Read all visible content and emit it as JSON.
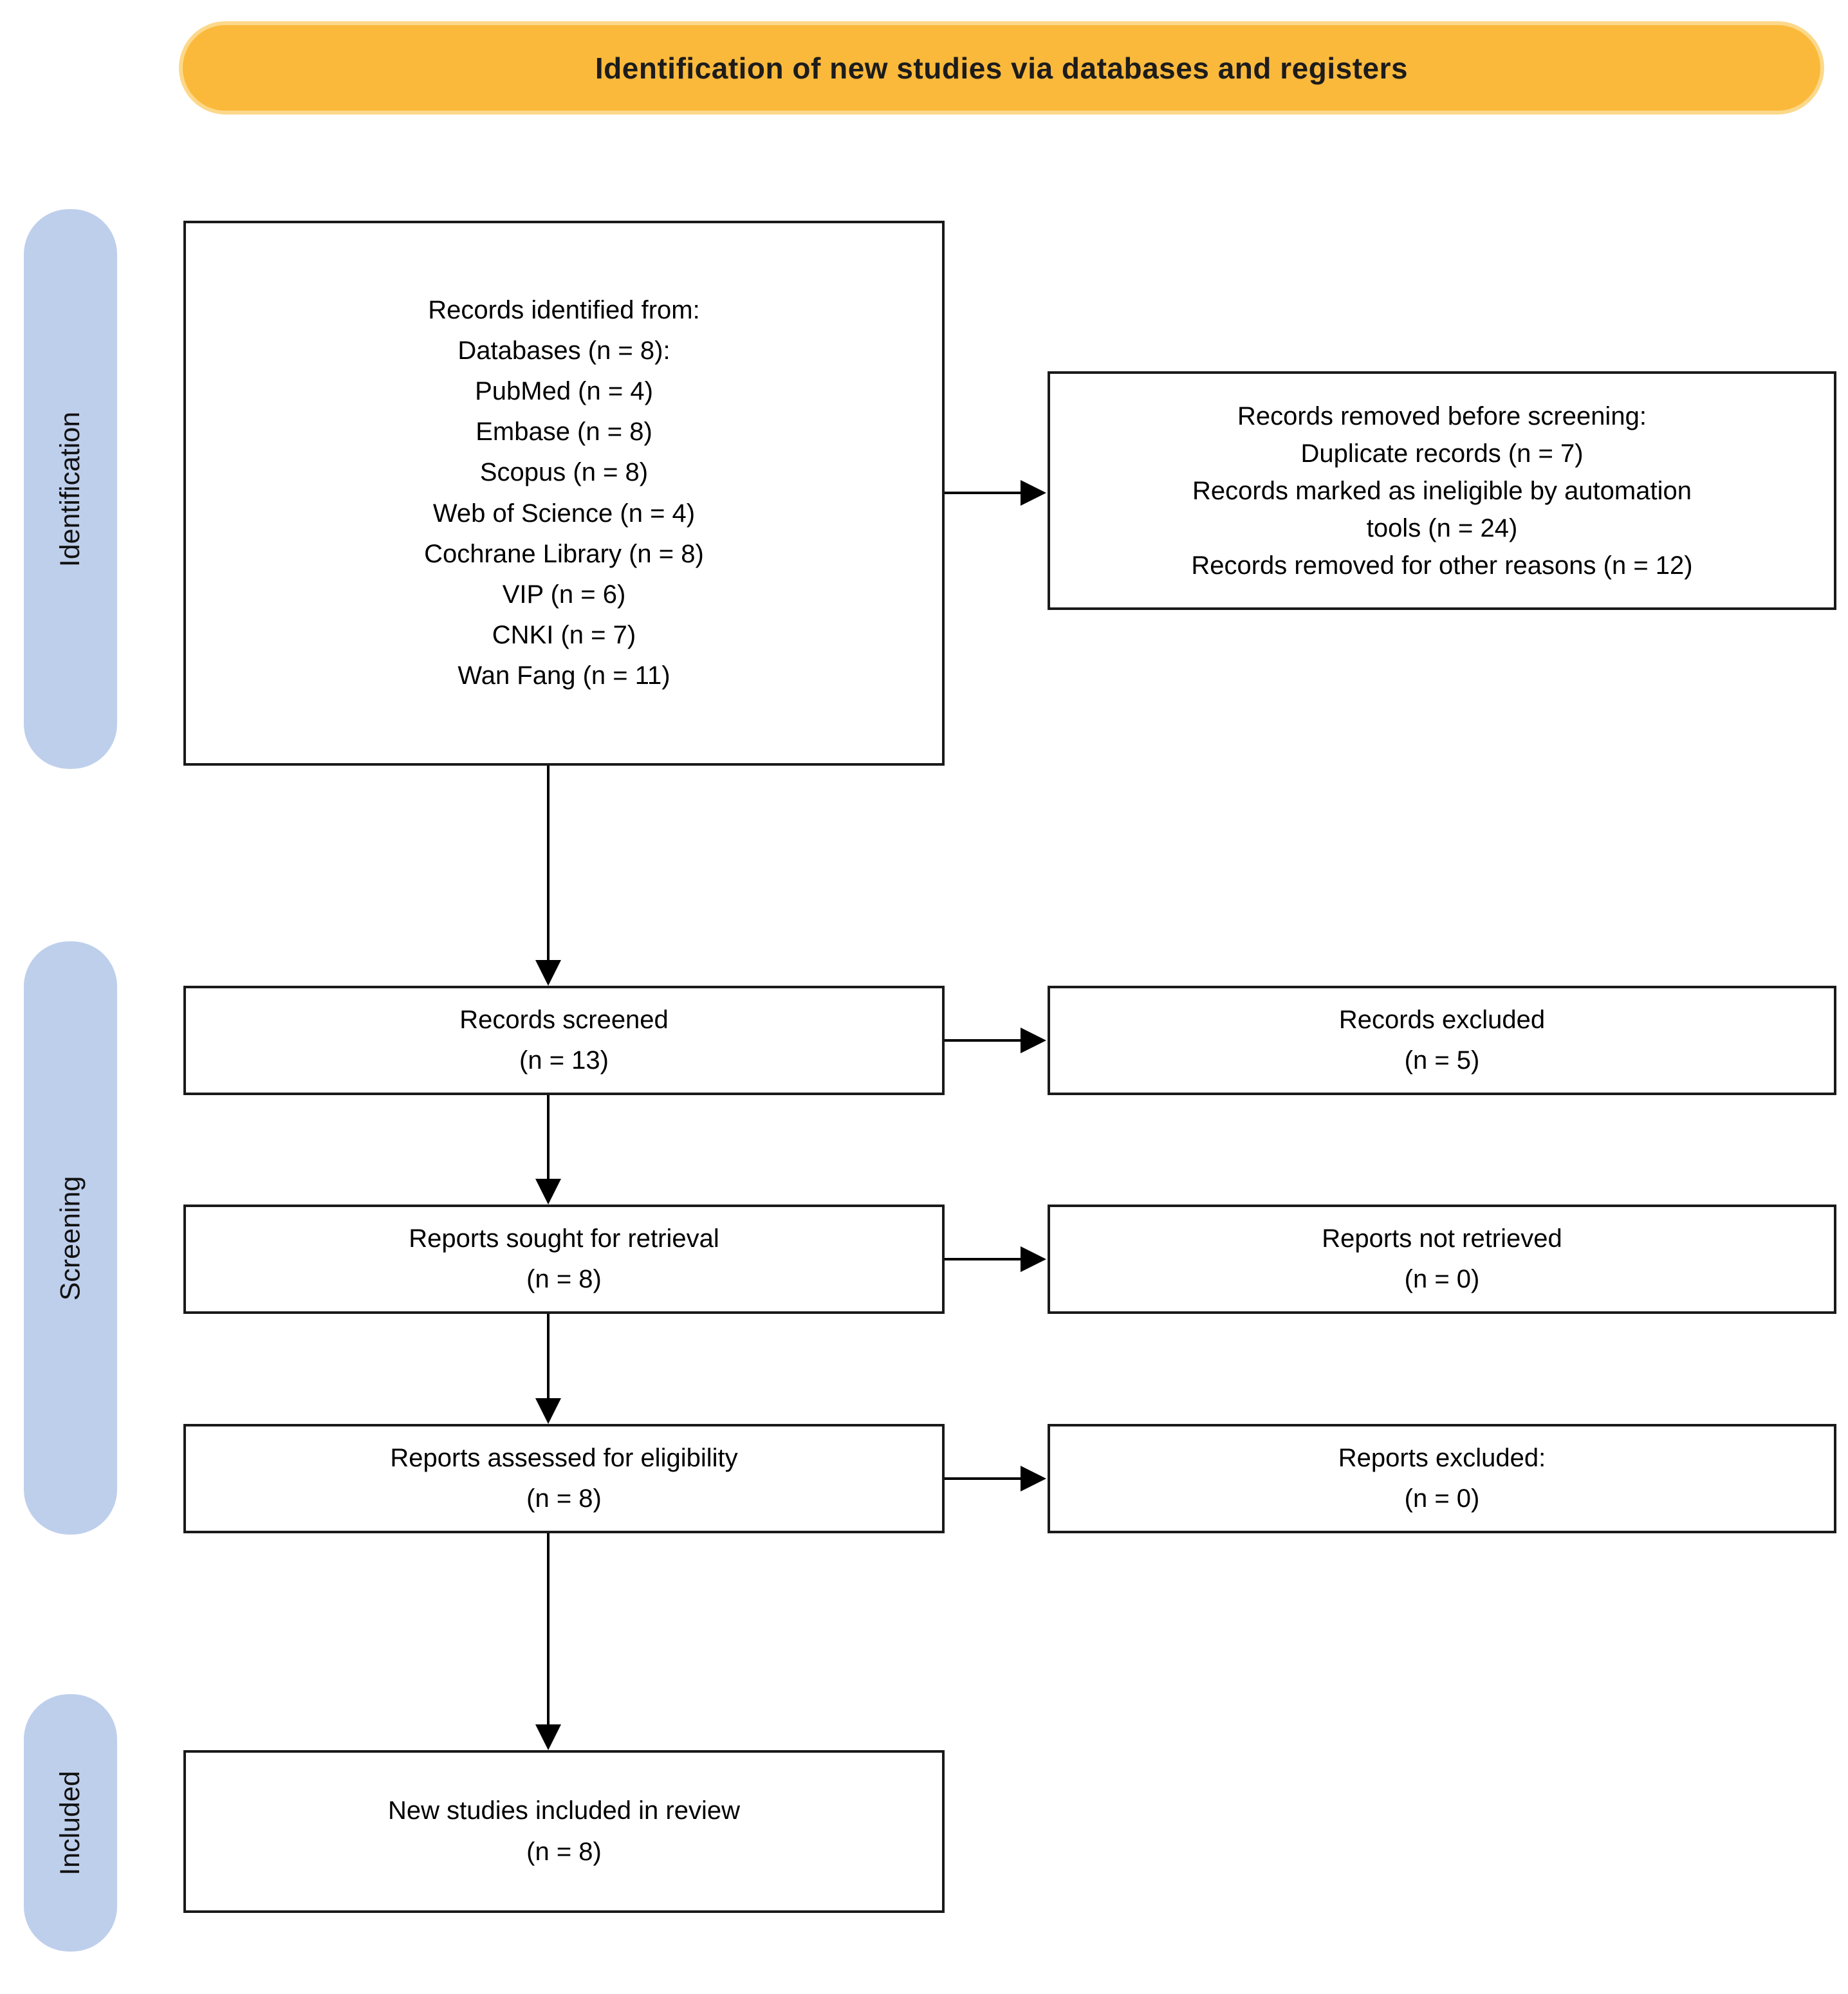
{
  "banner": {
    "label": "Identification of new studies via databases and registers"
  },
  "stages": {
    "identification": "Identification",
    "screening": "Screening",
    "included": "Included"
  },
  "boxes": {
    "records_identified": {
      "lines": [
        "Records identified from:",
        "Databases (n = 8):",
        "PubMed (n = 4)",
        "Embase (n = 8)",
        "Scopus (n = 8)",
        "Web of Science (n = 4)",
        "Cochrane Library (n = 8)",
        "VIP (n = 6)",
        "CNKI (n = 7)",
        "Wan Fang (n = 11)"
      ]
    },
    "records_removed": {
      "lines": [
        "Records removed before screening:",
        "Duplicate records (n = 7)",
        "Records marked as ineligible by automation",
        "tools (n = 24)",
        "Records removed for other reasons (n = 12)"
      ]
    },
    "records_screened": {
      "lines": [
        "Records screened",
        "(n = 13)"
      ]
    },
    "records_excluded": {
      "lines": [
        "Records excluded",
        "(n = 5)"
      ]
    },
    "reports_sought": {
      "lines": [
        "Reports sought for retrieval",
        "(n = 8)"
      ]
    },
    "reports_not_retrieved": {
      "lines": [
        "Reports not retrieved",
        "(n = 0)"
      ]
    },
    "reports_assessed": {
      "lines": [
        "Reports assessed for eligibility",
        "(n = 8)"
      ]
    },
    "reports_excluded": {
      "lines": [
        "Reports excluded:",
        "(n = 0)"
      ]
    },
    "new_studies": {
      "lines": [
        "New studies included in review",
        "(n = 8)"
      ]
    }
  },
  "colors": {
    "banner_fill": "#FBB93B",
    "banner_border": "#FCD88A",
    "stage_fill": "#BECFEC",
    "box_border": "#1A1A1A",
    "arrow": "#000000",
    "text": "#000000"
  }
}
